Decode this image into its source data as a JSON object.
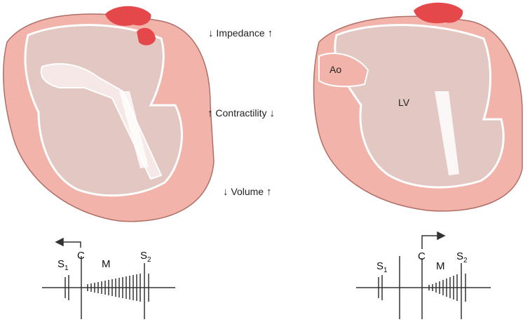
{
  "labels": {
    "impedance": {
      "left_arrow": "↓",
      "text": "Impedance",
      "right_arrow": "↑"
    },
    "contractility": {
      "left_arrow": "↑",
      "text": "Contractility",
      "right_arrow": "↓"
    },
    "volume": {
      "left_arrow": "↓",
      "text": "Volume",
      "right_arrow": "↑"
    }
  },
  "anatomy": {
    "aorta": "Ao",
    "left_ventricle": "LV"
  },
  "phono_left": {
    "s1": "S",
    "s1_sub": "1",
    "c": "C",
    "m": "M",
    "s2": "S",
    "s2_sub": "2"
  },
  "phono_right": {
    "s1": "S",
    "s1_sub": "1",
    "c": "C",
    "m": "M",
    "s2": "S",
    "s2_sub": "2"
  },
  "colors": {
    "myocardium": "#f1b3aa",
    "chamber": "#e3c7c2",
    "vessel_top": "#e5484b",
    "line": "#333333"
  }
}
